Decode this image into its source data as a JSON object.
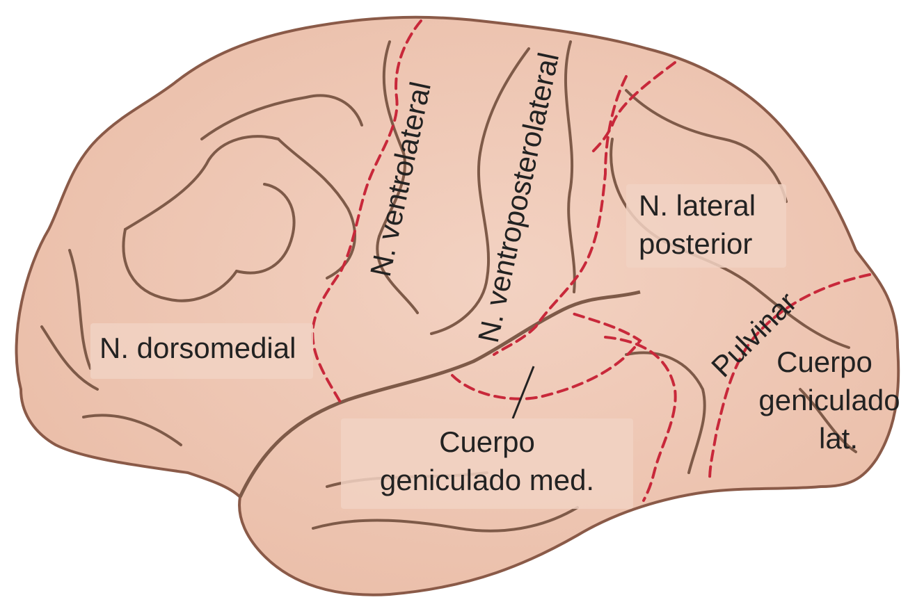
{
  "diagram": {
    "colors": {
      "brain_fill": "#e9bba5",
      "brain_highlight": "#f3d2c2",
      "brain_outline": "#8a5a48",
      "sulci": "#7e5a48",
      "boundary": "#c8283a",
      "label_box": "#f1d2c3",
      "text": "#222222"
    },
    "labels": {
      "dorsomedial": "N. dorsomedial",
      "ventrolateral": "N. ventrolateral",
      "ventroposterolateral": "N. ventroposterolateral",
      "lateral_posterior_line1": "N. lateral",
      "lateral_posterior_line2": "posterior",
      "pulvinar": "Pulvinar",
      "medial_geniculate_line1": "Cuerpo",
      "medial_geniculate_line2": "geniculado med.",
      "lateral_geniculate_line1": "Cuerpo",
      "lateral_geniculate_line2": "geniculado",
      "lateral_geniculate_line3": "lat."
    }
  }
}
